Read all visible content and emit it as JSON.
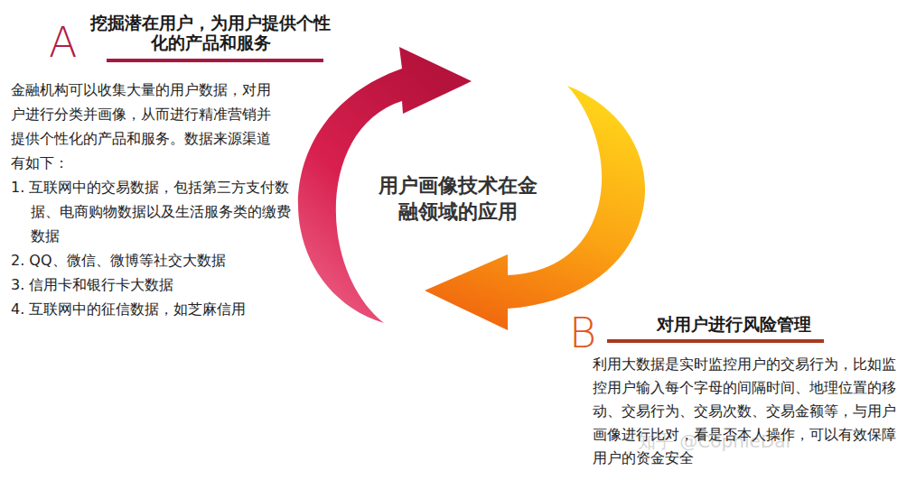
{
  "diagram": {
    "title": "用户画像技术在金融领域的应用",
    "nodes": [
      {
        "text": [
          "A",
          "挖掘潜在用户，为用户提供个性化的产品和服务",
          "金融机构可以收集大量的用户数据，对用户进行分类并画像，从而进行精准营销并提供个性化的产品和服务。数据来源渠道有如下：",
          "1. 互联网中的交易数据，包括第三方支付数据、电商购物数据以及生活服务类的缴费数据",
          "2. QQ、微信、微博等社交大数据",
          "3. 信用卡和银行卡大数据",
          "4. 互联网中的征信数据，如芝麻信用"
        ]
      },
      {
        "text": [
          "B",
          "对用户进行风险管理",
          "利用大数据是实时监控用户的交易行为，比如监控用户输入每个字母的间隔时间、地理位置的移动、交易行为、交易次数、交易金额等，与用户画像进行比对，看是否本人操作，可以有效保障用户的资金安全"
        ]
      }
    ],
    "labels": [
      "知乎 @CophieDai"
    ]
  }
}
